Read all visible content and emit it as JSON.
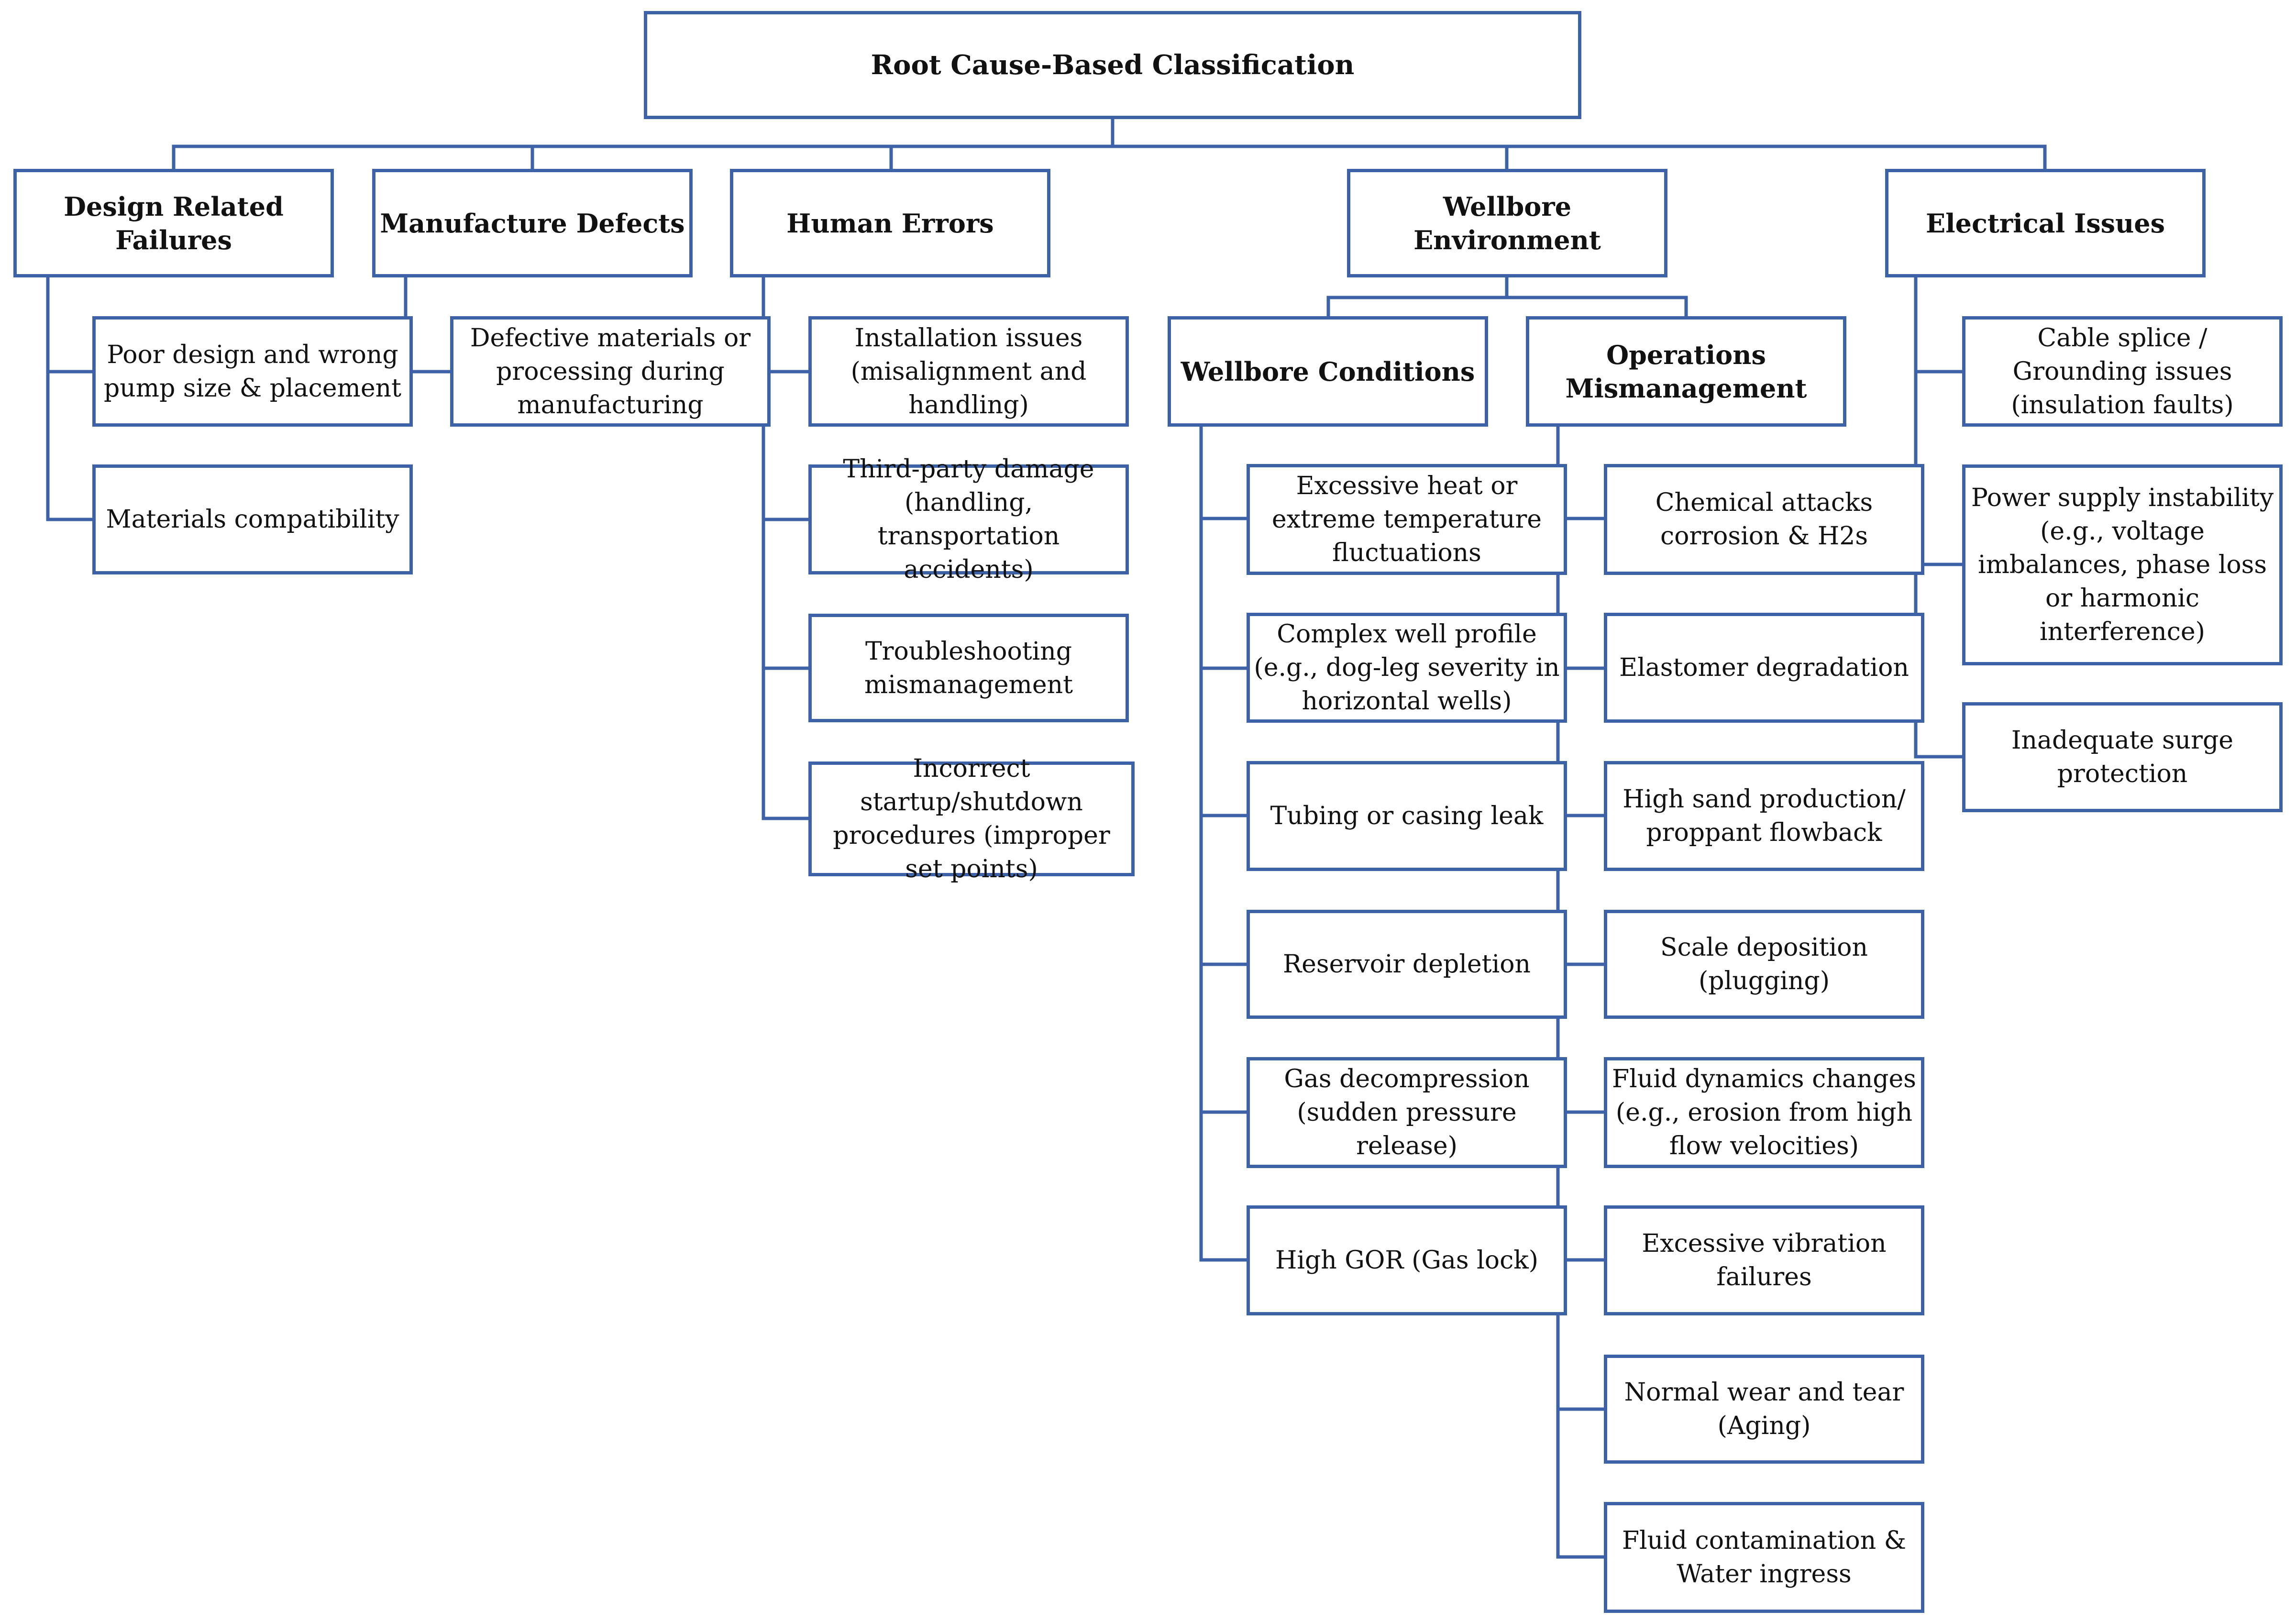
{
  "root": {
    "label": "Root Cause-Based Classification"
  },
  "categories": {
    "design": {
      "label": "Design Related Failures",
      "items": [
        "Poor design and wrong pump size & placement",
        "Materials compatibility"
      ]
    },
    "manufacture": {
      "label": "Manufacture Defects",
      "items": [
        "Defective materials or processing during manufacturing"
      ]
    },
    "human": {
      "label": "Human Errors",
      "items": [
        "Installation issues (misalignment and handling)",
        "Third-party damage (handling, transportation accidents)",
        "Troubleshooting mismanagement",
        "Incorrect startup/shutdown procedures (improper set points)"
      ]
    },
    "wellbore": {
      "label": "Wellbore Environment",
      "conditions": {
        "label": "Wellbore Conditions",
        "items": [
          "Excessive heat or extreme temperature fluctuations",
          "Complex well profile (e.g., dog-leg severity in horizontal wells)",
          "Tubing or casing leak",
          "Reservoir depletion",
          "Gas decompression (sudden pressure release)",
          "High GOR (Gas lock)"
        ]
      },
      "operations": {
        "label": "Operations Mismanagement",
        "items": [
          "Chemical attacks corrosion & H2s",
          "Elastomer degradation",
          "High sand production/ proppant  flowback",
          "Scale deposition (plugging)",
          "Fluid dynamics changes (e.g., erosion from high flow velocities)",
          "Excessive vibration failures",
          "Normal wear and tear (Aging)",
          "Fluid contamination & Water ingress"
        ]
      }
    },
    "electrical": {
      "label": "Electrical Issues",
      "items": [
        "Cable splice / Grounding issues (insulation faults)",
        "Power supply instability (e.g., voltage imbalances, phase loss or harmonic interference)",
        "Inadequate surge protection"
      ]
    }
  },
  "colors": {
    "line": "#3e62a8",
    "text": "#111111",
    "background": "#ffffff"
  }
}
